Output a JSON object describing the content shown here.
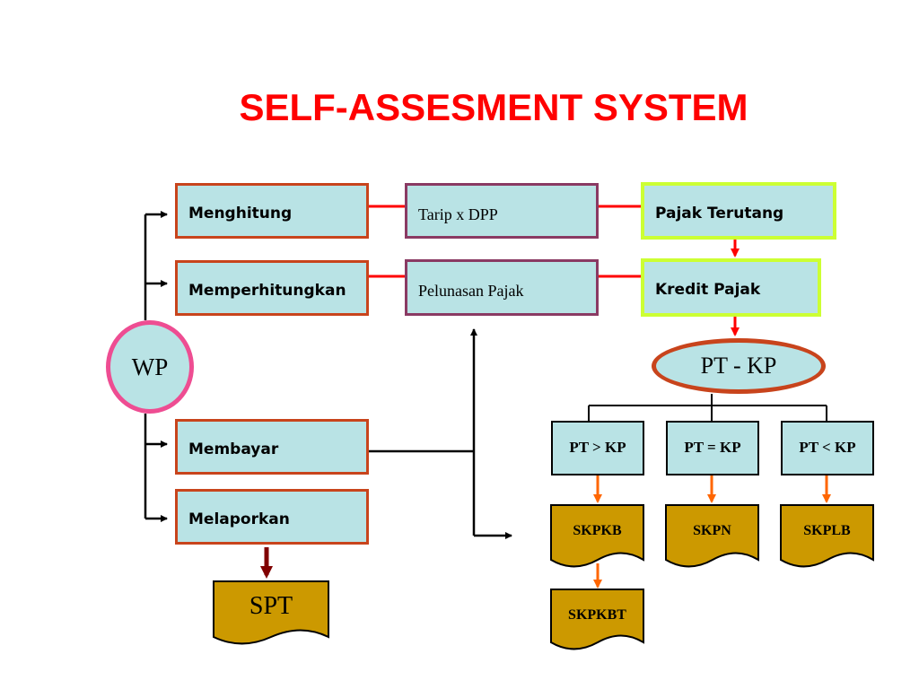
{
  "title": "SELF-ASSESMENT SYSTEM",
  "actor": "WP",
  "steps": [
    "Menghitung",
    "Memperhitungkan",
    "Membayar",
    "Melaporkan"
  ],
  "middle": [
    "Tarip x DPP",
    "Pelunasan Pajak"
  ],
  "results": [
    "Pajak Terutang",
    "Kredit Pajak"
  ],
  "comparison": "PT - KP",
  "cases": [
    "PT > KP",
    "PT = KP",
    "PT < KP"
  ],
  "documents": [
    "SKPKB",
    "SKPN",
    "SKPLB",
    "SKPKBT"
  ],
  "report_document": "SPT",
  "colors": {
    "title": "#ff0000",
    "box_fill": "#b9e3e5",
    "step_border": "#c8441c",
    "middle_border": "#8a3a63",
    "result_border": "#ccff33",
    "wp_border": "#ee4d92",
    "document_fill": "#cc9900",
    "red_connector": "#ff0000",
    "orange_arrow": "#ff6600",
    "dark_red_arrow": "#800000"
  }
}
